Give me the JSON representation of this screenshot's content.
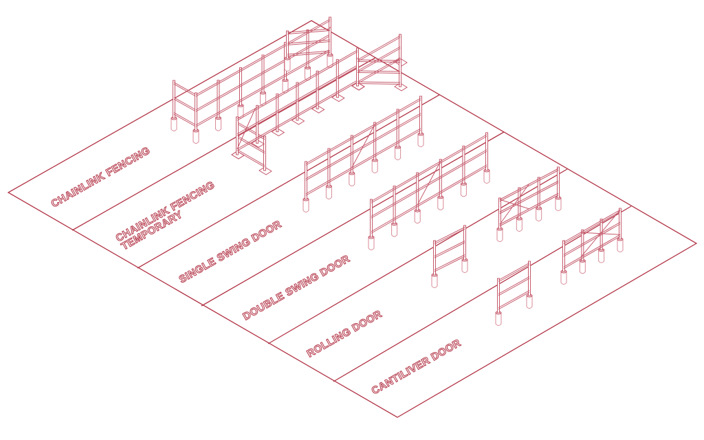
{
  "colors": {
    "line": "#b23446",
    "background": "#ffffff"
  },
  "strips": [
    {
      "label": "CHAINLINK FENCING"
    },
    {
      "label": "CHAINLINK FENCING",
      "sublabel": "TEMPORARY"
    },
    {
      "label": "SINGLE SWING DOOR"
    },
    {
      "label": "DOUBLE SWING DOOR"
    },
    {
      "label": "ROLLING DOOR"
    },
    {
      "label": "CANTILIVER DOOR"
    }
  ]
}
